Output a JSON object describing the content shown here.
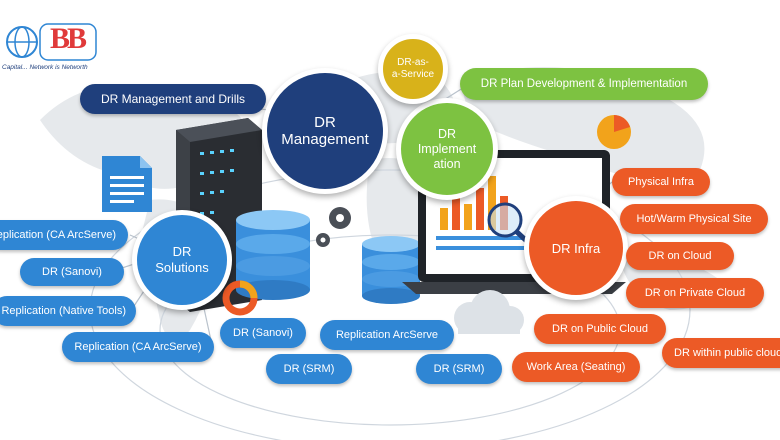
{
  "logo": {
    "tagline": "Capital... Network is Networth",
    "letters": "BB"
  },
  "center_nodes": [
    {
      "id": "dr-management",
      "label": "DR\nManagement"
    },
    {
      "id": "dr-implementation",
      "label": "DR\nImplement\nation"
    },
    {
      "id": "dr-as-a-service",
      "label": "DR-as-\na-Service"
    },
    {
      "id": "dr-solutions",
      "label": "DR\nSolutions"
    },
    {
      "id": "dr-infra",
      "label": "DR Infra"
    }
  ],
  "management_items": [
    {
      "label": "DR Management and Drills"
    },
    {
      "label": "DR Plan Development & Implementation"
    }
  ],
  "solutions_items": [
    {
      "label": "Replication (CA ArcServe)"
    },
    {
      "label": "DR (Sanovi)"
    },
    {
      "label": "Replication (Native Tools)"
    },
    {
      "label": "Replication (CA ArcServe)"
    },
    {
      "label": "DR (Sanovi)"
    },
    {
      "label": "DR (SRM)"
    },
    {
      "label": "Replication ArcServe"
    },
    {
      "label": "DR (SRM)"
    }
  ],
  "infra_items": [
    {
      "label": "Physical Infra"
    },
    {
      "label": "Hot/Warm Physical Site"
    },
    {
      "label": "DR on Cloud"
    },
    {
      "label": "DR on Private Cloud"
    },
    {
      "label": "DR on Public Cloud"
    },
    {
      "label": "DR within public cloud"
    },
    {
      "label": "Work Area (Seating)"
    }
  ],
  "colors": {
    "navy": "#1f3f7c",
    "blue": "#2f86d4",
    "green": "#7dc241",
    "orange": "#ec5a26",
    "gold": "#d8b21a"
  },
  "icons": [
    "globe-logo-icon",
    "document-icon",
    "server-rack-icon",
    "database-icon",
    "gear-icon",
    "laptop-icon",
    "bar-chart-icon",
    "magnifier-icon",
    "pie-chart-icon",
    "cloud-icon",
    "donut-chart-icon",
    "world-map-icon"
  ]
}
